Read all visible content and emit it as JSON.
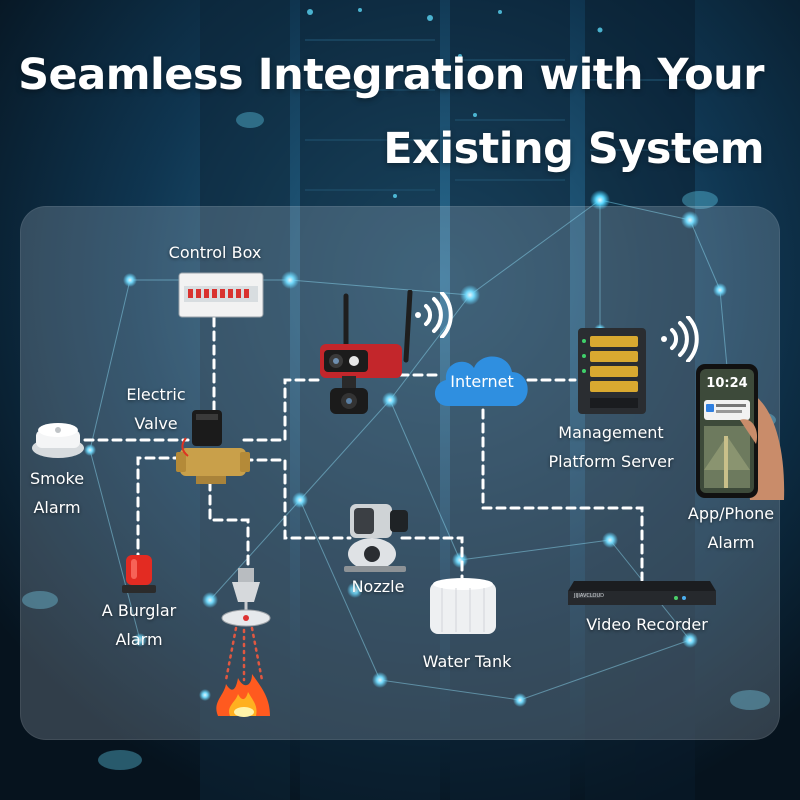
{
  "title": {
    "line1": "Seamless Integration with Your",
    "line2": "Existing System"
  },
  "nodes": {
    "control_box": "Control Box",
    "electric_valve": {
      "line1": "Electric",
      "line2": "Valve"
    },
    "smoke_alarm": {
      "line1": "Smoke",
      "line2": "Alarm"
    },
    "burglar_alarm": {
      "line1": "A Burglar",
      "line2": "Alarm"
    },
    "nozzle": "Nozzle",
    "water_tank": "Water Tank",
    "internet": "Internet",
    "management_server": {
      "line1": "Management",
      "line2": "Platform Server"
    },
    "app_phone": {
      "line1": "App/Phone",
      "line2": "Alarm"
    },
    "video_recorder": "Video Recorder"
  },
  "phone_screen": {
    "time": "10:24"
  },
  "recorder_brand": "JIJIAVCLOUD",
  "colors": {
    "background": "#071826",
    "accent_cyan": "#3fd0ff",
    "cloud": "#2f8fe0",
    "camera_red": "#c3262b",
    "server_gold": "#d9a930",
    "fire": "#ff5a1f"
  },
  "icons": [
    "wifi-icon",
    "fire-icon",
    "internet-cloud-icon"
  ]
}
